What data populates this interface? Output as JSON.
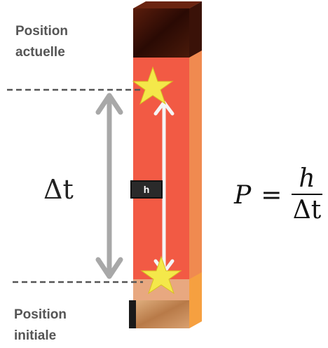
{
  "labels": {
    "top_line1": "Position",
    "top_line2": "actuelle",
    "bottom_line1": "Position",
    "bottom_line2": "initiale",
    "delta_t": "Δt",
    "h_badge": "h"
  },
  "formula": {
    "lhs": "P",
    "equals": "=",
    "numerator": "h",
    "denominator": "Δt"
  },
  "colors": {
    "column": "#f25a44",
    "column_side": "#f08a50",
    "dark_cap": "#3a1208",
    "sediment": "#c9905a",
    "dashed_line": "#555555",
    "grey_arrow": "#a8a8a8",
    "star": "#f4e84a"
  }
}
